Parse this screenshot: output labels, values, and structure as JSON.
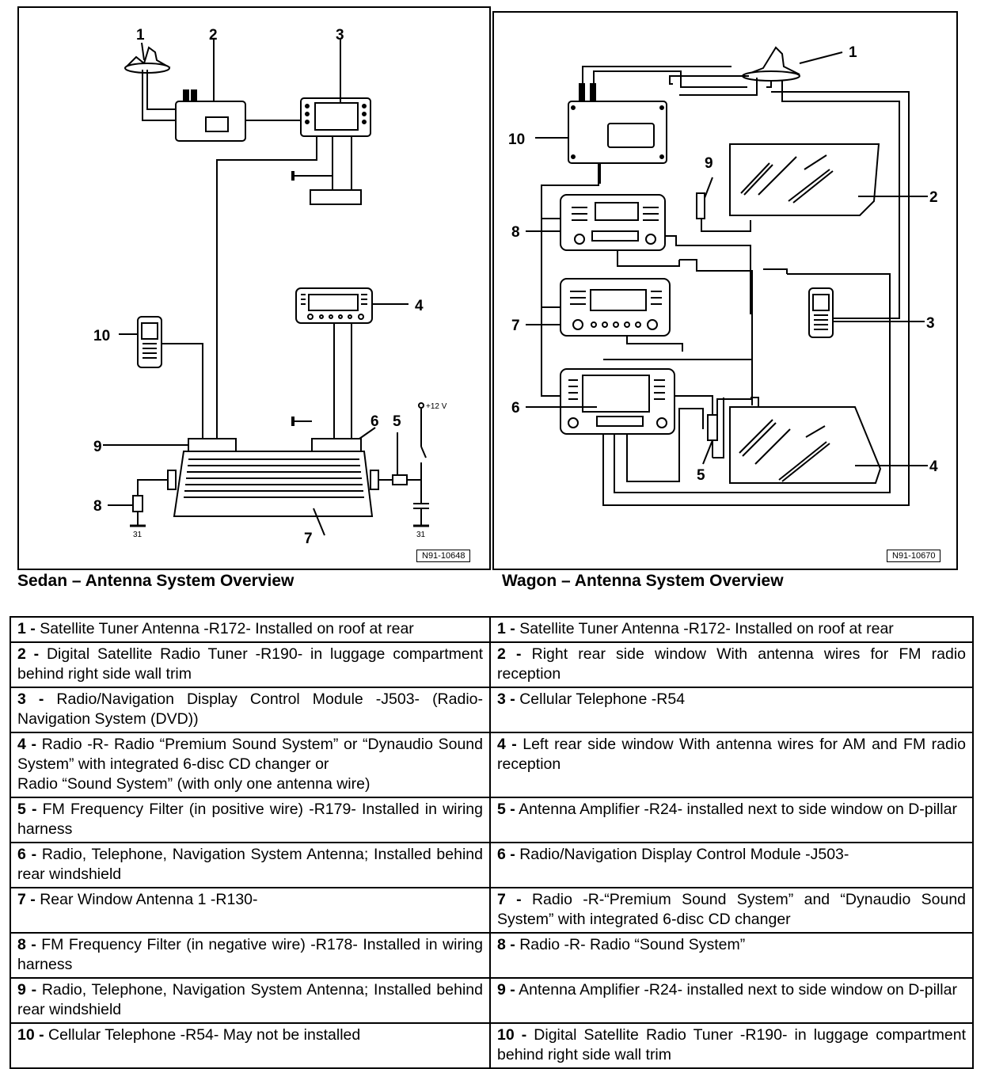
{
  "sedan": {
    "caption": "Sedan – Antenna System Overview",
    "ref": "N91-10648",
    "callouts": [
      "1",
      "2",
      "3",
      "4",
      "5",
      "6",
      "7",
      "8",
      "9",
      "10"
    ],
    "voltage": "+12 V",
    "ground_a": "31",
    "ground_b": "31"
  },
  "wagon": {
    "caption": "Wagon – Antenna System Overview",
    "ref": "N91-10670",
    "callouts": [
      "1",
      "2",
      "3",
      "4",
      "5",
      "6",
      "7",
      "8",
      "9",
      "10"
    ]
  },
  "legend": {
    "rows": [
      {
        "left": {
          "num": "1 -",
          "text": "Satellite Tuner Antenna -R172- Installed on roof at rear"
        },
        "right": {
          "num": "1 -",
          "text": "Satellite Tuner Antenna -R172- Installed on roof at rear"
        }
      },
      {
        "left": {
          "num": "2 -",
          "text": "Digital Satellite Radio Tuner -R190- in luggage compartment behind right side wall trim"
        },
        "right": {
          "num": "2 -",
          "text": "Right rear side window With antenna wires for FM radio reception"
        }
      },
      {
        "left": {
          "num": "3 -",
          "text": "Radio/Navigation Display Control Module -J503- (Radio-Navigation System (DVD))"
        },
        "right": {
          "num": "3 -",
          "text": "Cellular Telephone -R54"
        }
      },
      {
        "left": {
          "num": "4 -",
          "text": "Radio -R- Radio “Premium Sound System” or “Dynaudio Sound System” with integrated 6-disc CD changer or\n Radio “Sound System” (with only one antenna wire)"
        },
        "right": {
          "num": "4 -",
          "text": "Left rear side window With antenna wires for AM and FM radio reception"
        }
      },
      {
        "left": {
          "num": "5 -",
          "text": "FM Frequency Filter (in positive wire) -R179- Installed in wiring harness"
        },
        "right": {
          "num": "5 -",
          "text": "Antenna Amplifier -R24- installed next to side window on D-pillar"
        }
      },
      {
        "left": {
          "num": "6 -",
          "text": "Radio, Telephone, Navigation System Antenna; Installed behind rear windshield"
        },
        "right": {
          "num": "6 -",
          "text": "Radio/Navigation Display Control Module -J503-"
        }
      },
      {
        "left": {
          "num": "7 -",
          "text": "Rear Window Antenna 1 -R130-"
        },
        "right": {
          "num": "7 -",
          "text": "Radio -R-“Premium Sound System” and “Dynaudio Sound System” with integrated 6-disc CD changer"
        }
      },
      {
        "left": {
          "num": "8 -",
          "text": "FM Frequency Filter (in negative wire) -R178- Installed in wiring harness"
        },
        "right": {
          "num": "8 -",
          "text": "Radio -R- Radio “Sound System”"
        }
      },
      {
        "left": {
          "num": "9 -",
          "text": "Radio, Telephone, Navigation System Antenna; Installed behind rear windshield"
        },
        "right": {
          "num": "9 -",
          "text": "Antenna Amplifier -R24- installed next to side window on D-pillar"
        }
      },
      {
        "left": {
          "num": "10 -",
          "text": "Cellular Telephone -R54- May not be installed"
        },
        "right": {
          "num": "10 -",
          "text": "Digital Satellite Radio Tuner -R190- in luggage compartment behind right side wall trim"
        }
      }
    ]
  }
}
